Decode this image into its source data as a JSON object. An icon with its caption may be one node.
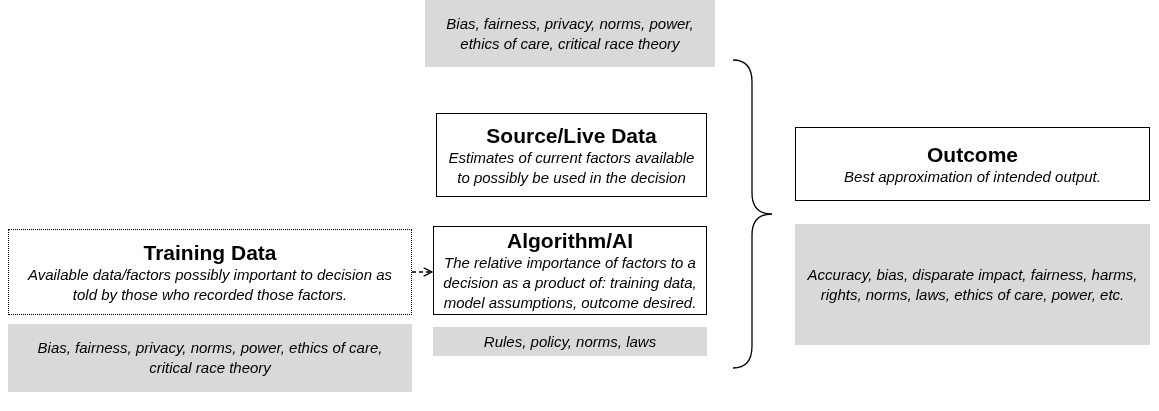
{
  "diagram": {
    "nodes": [
      {
        "text": [
          "Bias, fairness, privacy, norms, power, ethics of care, critical race theory"
        ]
      },
      {
        "text": [
          "Source/Live Data",
          "Estimates of current factors available to possibly be used in the decision"
        ]
      },
      {
        "text": [
          "Outcome",
          "Best approximation of intended output."
        ]
      },
      {
        "text": [
          "Training Data",
          "Available data/factors possibly important to decision as told by those who recorded those factors."
        ]
      },
      {
        "text": [
          "Algorithm/AI",
          "The relative importance of factors to a decision as a product of:  training data, model assumptions, outcome desired."
        ]
      },
      {
        "text": [
          "Accuracy, bias, disparate impact, fairness, harms, rights, norms, laws, ethics of care, power, etc."
        ]
      },
      {
        "text": [
          "Rules, policy, norms, laws"
        ]
      },
      {
        "text": [
          "Bias, fairness, privacy, norms, power, ethics of care, critical race theory"
        ]
      }
    ],
    "edges": [
      {
        "from": 3,
        "to": 4,
        "arrow": "to",
        "style": "dashed"
      }
    ]
  }
}
